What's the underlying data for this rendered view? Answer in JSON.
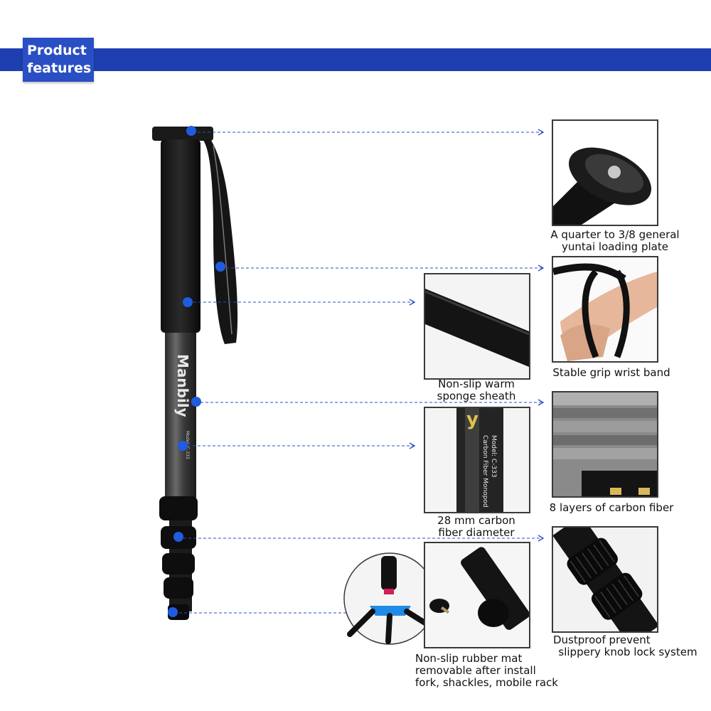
{
  "header": {
    "line1": "Product",
    "line2": "features"
  },
  "brand": {
    "name": "Manbily",
    "model_small": "Model: C-333"
  },
  "close_up": {
    "letter": "y",
    "line1": "Carbon Fiber Monopod",
    "line2": "Model: C-333"
  },
  "captions": {
    "plate": [
      "A quarter to 3/8 general",
      "yuntai loading plate"
    ],
    "wrist": [
      "Stable grip wrist band"
    ],
    "sponge": [
      "Non-slip warm",
      "sponge sheath"
    ],
    "layers": [
      "8 layers of carbon fiber"
    ],
    "diameter": [
      "28 mm carbon",
      "fiber diameter"
    ],
    "knob": [
      "Dustproof prevent",
      "slippery knob lock system"
    ],
    "rubber": [
      "Non-slip rubber mat",
      "removable after install",
      "fork, shackles, mobile rack"
    ]
  },
  "colors": {
    "accent": "#1e3fb0",
    "dot": "#1f5ce0",
    "dashed_line": "#2b4cc7"
  }
}
